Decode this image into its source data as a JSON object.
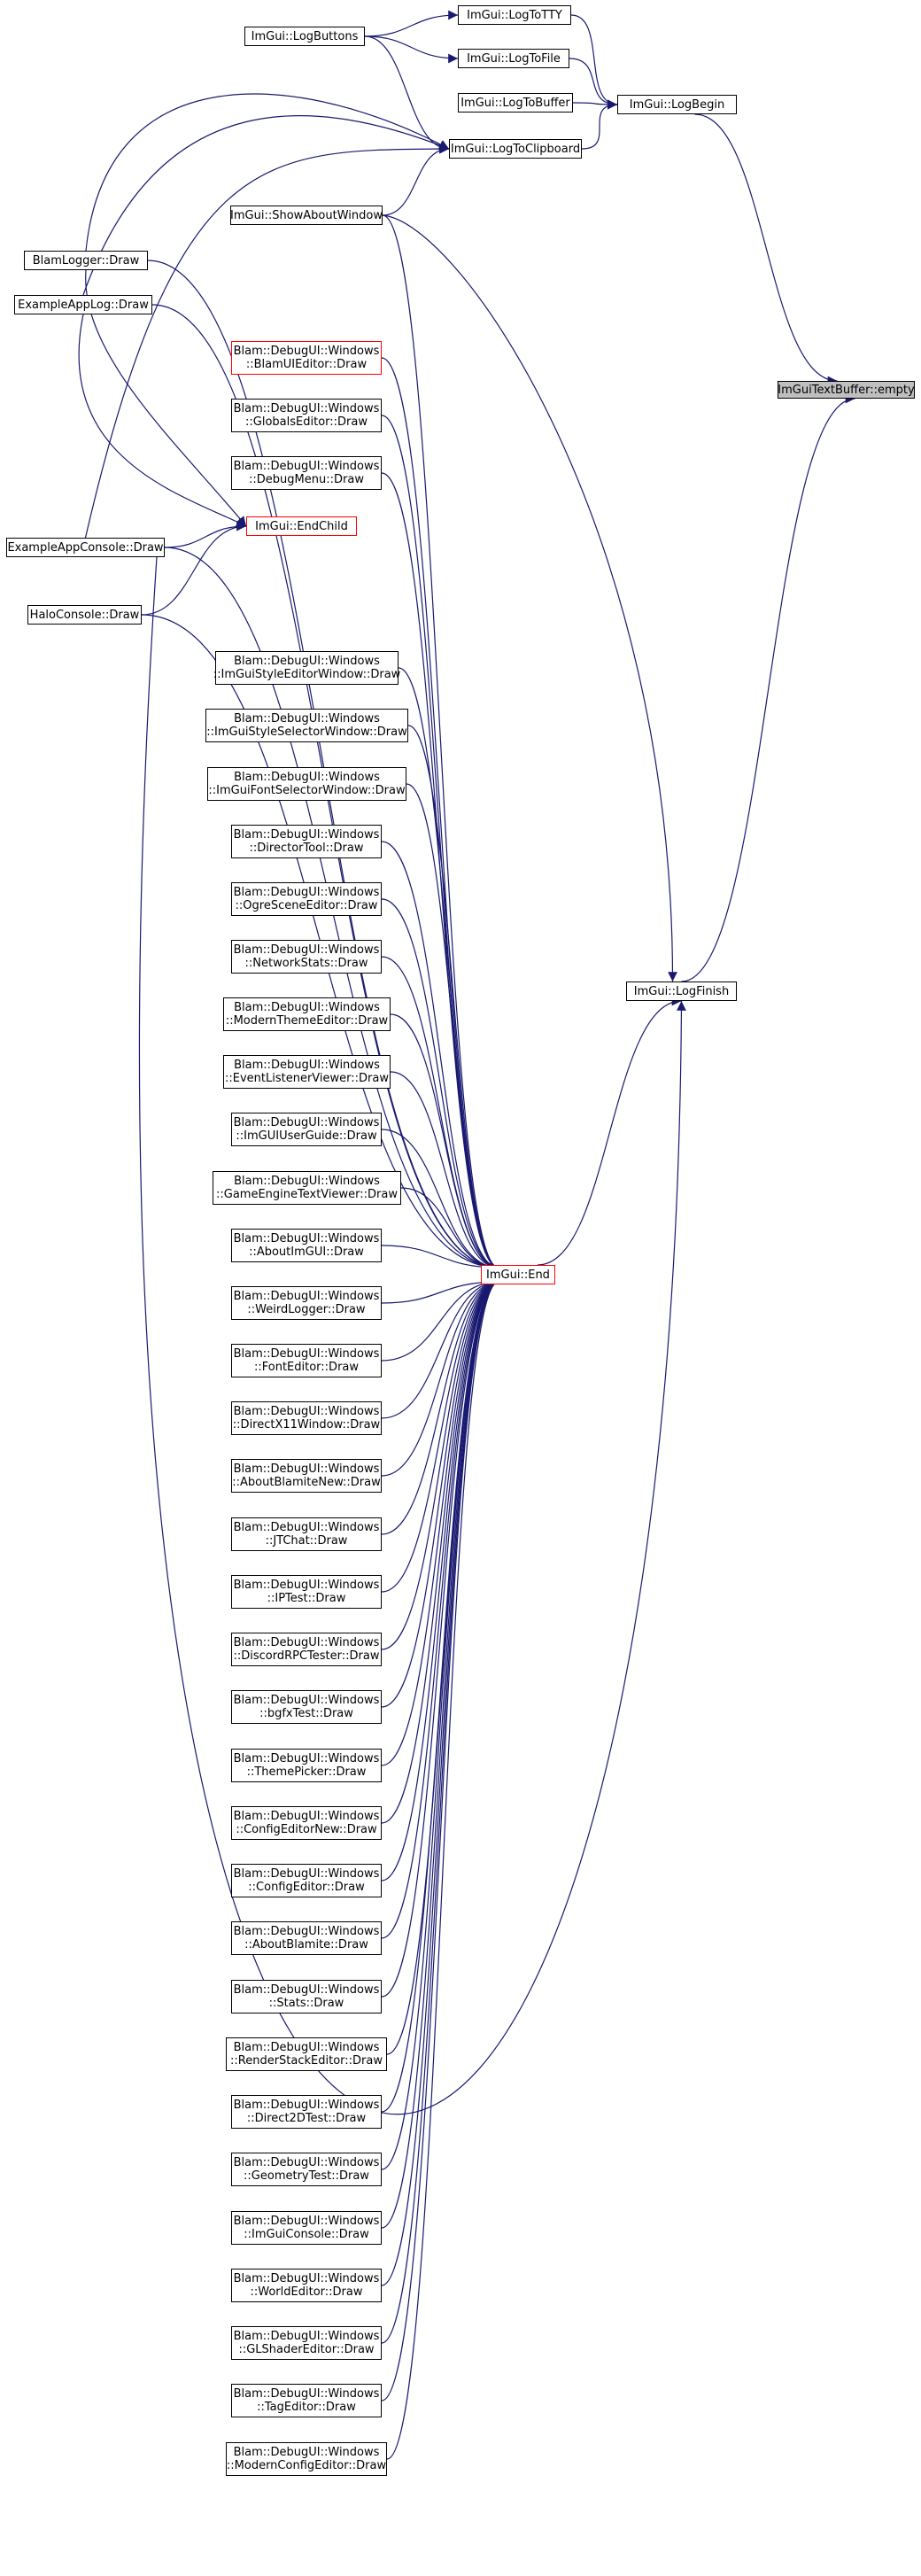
{
  "diagram": {
    "colors": {
      "edge": "#191970",
      "box_border": "#000000",
      "highlight_border": "#ff0000",
      "focus_fill": "#bfbfbf"
    },
    "nodes": [
      {
        "id": "n0",
        "lines": [
          "ImGuiTextBuffer::empty"
        ],
        "style": "focus"
      },
      {
        "id": "n1",
        "lines": [
          "ImGui::LogBegin"
        ],
        "style": "normal"
      },
      {
        "id": "n2",
        "lines": [
          "ImGui::LogToTTY"
        ],
        "style": "normal"
      },
      {
        "id": "n3",
        "lines": [
          "ImGui::LogToFile"
        ],
        "style": "normal"
      },
      {
        "id": "n4",
        "lines": [
          "ImGui::LogButtons"
        ],
        "style": "normal"
      },
      {
        "id": "n5",
        "lines": [
          "ImGui::LogToBuffer"
        ],
        "style": "normal"
      },
      {
        "id": "n6",
        "lines": [
          "ImGui::LogToClipboard"
        ],
        "style": "normal"
      },
      {
        "id": "n7",
        "lines": [
          "ImGui::ShowAboutWindow"
        ],
        "style": "normal"
      },
      {
        "id": "n8",
        "lines": [
          "BlamLogger::Draw"
        ],
        "style": "normal"
      },
      {
        "id": "n9",
        "lines": [
          "ExampleAppLog::Draw"
        ],
        "style": "normal"
      },
      {
        "id": "n10",
        "lines": [
          "Blam::DebugUI::Windows",
          "::BlamUIEditor::Draw"
        ],
        "style": "red"
      },
      {
        "id": "n11",
        "lines": [
          "Blam::DebugUI::Windows",
          "::GlobalsEditor::Draw"
        ],
        "style": "normal"
      },
      {
        "id": "n12",
        "lines": [
          "Blam::DebugUI::Windows",
          "::DebugMenu::Draw"
        ],
        "style": "normal"
      },
      {
        "id": "n13",
        "lines": [
          "ImGui::EndChild"
        ],
        "style": "red"
      },
      {
        "id": "n14",
        "lines": [
          "ExampleAppConsole::Draw"
        ],
        "style": "normal"
      },
      {
        "id": "n15",
        "lines": [
          "HaloConsole::Draw"
        ],
        "style": "normal"
      },
      {
        "id": "n16",
        "lines": [
          "Blam::DebugUI::Windows",
          "::ImGuiStyleEditorWindow::Draw"
        ],
        "style": "normal"
      },
      {
        "id": "n17",
        "lines": [
          "Blam::DebugUI::Windows",
          "::ImGuiStyleSelectorWindow::Draw"
        ],
        "style": "normal"
      },
      {
        "id": "n18",
        "lines": [
          "Blam::DebugUI::Windows",
          "::ImGuiFontSelectorWindow::Draw"
        ],
        "style": "normal"
      },
      {
        "id": "n19",
        "lines": [
          "Blam::DebugUI::Windows",
          "::DirectorTool::Draw"
        ],
        "style": "normal"
      },
      {
        "id": "n20",
        "lines": [
          "Blam::DebugUI::Windows",
          "::OgreSceneEditor::Draw"
        ],
        "style": "normal"
      },
      {
        "id": "n21",
        "lines": [
          "Blam::DebugUI::Windows",
          "::NetworkStats::Draw"
        ],
        "style": "normal"
      },
      {
        "id": "n22",
        "lines": [
          "ImGui::LogFinish"
        ],
        "style": "normal"
      },
      {
        "id": "n23",
        "lines": [
          "Blam::DebugUI::Windows",
          "::ModernThemeEditor::Draw"
        ],
        "style": "normal"
      },
      {
        "id": "n24",
        "lines": [
          "Blam::DebugUI::Windows",
          "::EventListenerViewer::Draw"
        ],
        "style": "normal"
      },
      {
        "id": "n25",
        "lines": [
          "Blam::DebugUI::Windows",
          "::ImGUIUserGuide::Draw"
        ],
        "style": "normal"
      },
      {
        "id": "n26",
        "lines": [
          "Blam::DebugUI::Windows",
          "::GameEngineTextViewer::Draw"
        ],
        "style": "normal"
      },
      {
        "id": "n27",
        "lines": [
          "Blam::DebugUI::Windows",
          "::AboutImGUI::Draw"
        ],
        "style": "normal"
      },
      {
        "id": "n28",
        "lines": [
          "ImGui::End"
        ],
        "style": "red"
      },
      {
        "id": "n29",
        "lines": [
          "Blam::DebugUI::Windows",
          "::WeirdLogger::Draw"
        ],
        "style": "normal"
      },
      {
        "id": "n30",
        "lines": [
          "Blam::DebugUI::Windows",
          "::FontEditor::Draw"
        ],
        "style": "normal"
      },
      {
        "id": "n31",
        "lines": [
          "Blam::DebugUI::Windows",
          "::DirectX11Window::Draw"
        ],
        "style": "normal"
      },
      {
        "id": "n32",
        "lines": [
          "Blam::DebugUI::Windows",
          "::AboutBlamiteNew::Draw"
        ],
        "style": "normal"
      },
      {
        "id": "n33",
        "lines": [
          "Blam::DebugUI::Windows",
          "::JTChat::Draw"
        ],
        "style": "normal"
      },
      {
        "id": "n34",
        "lines": [
          "Blam::DebugUI::Windows",
          "::IPTest::Draw"
        ],
        "style": "normal"
      },
      {
        "id": "n35",
        "lines": [
          "Blam::DebugUI::Windows",
          "::DiscordRPCTester::Draw"
        ],
        "style": "normal"
      },
      {
        "id": "n36",
        "lines": [
          "Blam::DebugUI::Windows",
          "::bgfxTest::Draw"
        ],
        "style": "normal"
      },
      {
        "id": "n37",
        "lines": [
          "Blam::DebugUI::Windows",
          "::ThemePicker::Draw"
        ],
        "style": "normal"
      },
      {
        "id": "n38",
        "lines": [
          "Blam::DebugUI::Windows",
          "::ConfigEditorNew::Draw"
        ],
        "style": "normal"
      },
      {
        "id": "n39",
        "lines": [
          "Blam::DebugUI::Windows",
          "::ConfigEditor::Draw"
        ],
        "style": "normal"
      },
      {
        "id": "n40",
        "lines": [
          "Blam::DebugUI::Windows",
          "::AboutBlamite::Draw"
        ],
        "style": "normal"
      },
      {
        "id": "n41",
        "lines": [
          "Blam::DebugUI::Windows",
          "::Stats::Draw"
        ],
        "style": "normal"
      },
      {
        "id": "n42",
        "lines": [
          "Blam::DebugUI::Windows",
          "::RenderStackEditor::Draw"
        ],
        "style": "normal"
      },
      {
        "id": "n43",
        "lines": [
          "Blam::DebugUI::Windows",
          "::Direct2DTest::Draw"
        ],
        "style": "normal"
      },
      {
        "id": "n44",
        "lines": [
          "Blam::DebugUI::Windows",
          "::GeometryTest::Draw"
        ],
        "style": "normal"
      },
      {
        "id": "n45",
        "lines": [
          "Blam::DebugUI::Windows",
          "::ImGuiConsole::Draw"
        ],
        "style": "normal"
      },
      {
        "id": "n46",
        "lines": [
          "Blam::DebugUI::Windows",
          "::WorldEditor::Draw"
        ],
        "style": "normal"
      },
      {
        "id": "n47",
        "lines": [
          "Blam::DebugUI::Windows",
          "::GLShaderEditor::Draw"
        ],
        "style": "normal"
      },
      {
        "id": "n48",
        "lines": [
          "Blam::DebugUI::Windows",
          "::TagEditor::Draw"
        ],
        "style": "normal"
      },
      {
        "id": "n49",
        "lines": [
          "Blam::DebugUI::Windows",
          "::ModernConfigEditor::Draw"
        ],
        "style": "normal"
      }
    ],
    "edges": [
      {
        "from": "n1",
        "to": "n0"
      },
      {
        "from": "n22",
        "to": "n0"
      },
      {
        "from": "n2",
        "to": "n1"
      },
      {
        "from": "n3",
        "to": "n1"
      },
      {
        "from": "n5",
        "to": "n1"
      },
      {
        "from": "n6",
        "to": "n1"
      },
      {
        "from": "n4",
        "to": "n2"
      },
      {
        "from": "n4",
        "to": "n3"
      },
      {
        "from": "n4",
        "to": "n6"
      },
      {
        "from": "n7",
        "to": "n6"
      },
      {
        "from": "n8",
        "to": "n6"
      },
      {
        "from": "n9",
        "to": "n6"
      },
      {
        "from": "n14",
        "to": "n6"
      },
      {
        "from": "n7",
        "to": "n22"
      },
      {
        "from": "n28",
        "to": "n22"
      },
      {
        "from": "n14",
        "to": "n22"
      },
      {
        "from": "n8",
        "to": "n13"
      },
      {
        "from": "n9",
        "to": "n13"
      },
      {
        "from": "n14",
        "to": "n13"
      },
      {
        "from": "n15",
        "to": "n13"
      },
      {
        "from": "n7",
        "to": "n28"
      },
      {
        "from": "n8",
        "to": "n28"
      },
      {
        "from": "n9",
        "to": "n28"
      },
      {
        "from": "n10",
        "to": "n28"
      },
      {
        "from": "n11",
        "to": "n28"
      },
      {
        "from": "n12",
        "to": "n28"
      },
      {
        "from": "n14",
        "to": "n28"
      },
      {
        "from": "n15",
        "to": "n28"
      },
      {
        "from": "n16",
        "to": "n28"
      },
      {
        "from": "n17",
        "to": "n28"
      },
      {
        "from": "n18",
        "to": "n28"
      },
      {
        "from": "n19",
        "to": "n28"
      },
      {
        "from": "n20",
        "to": "n28"
      },
      {
        "from": "n21",
        "to": "n28"
      },
      {
        "from": "n23",
        "to": "n28"
      },
      {
        "from": "n24",
        "to": "n28"
      },
      {
        "from": "n25",
        "to": "n28"
      },
      {
        "from": "n26",
        "to": "n28"
      },
      {
        "from": "n27",
        "to": "n28"
      },
      {
        "from": "n29",
        "to": "n28"
      },
      {
        "from": "n30",
        "to": "n28"
      },
      {
        "from": "n31",
        "to": "n28"
      },
      {
        "from": "n32",
        "to": "n28"
      },
      {
        "from": "n33",
        "to": "n28"
      },
      {
        "from": "n34",
        "to": "n28"
      },
      {
        "from": "n35",
        "to": "n28"
      },
      {
        "from": "n36",
        "to": "n28"
      },
      {
        "from": "n37",
        "to": "n28"
      },
      {
        "from": "n38",
        "to": "n28"
      },
      {
        "from": "n39",
        "to": "n28"
      },
      {
        "from": "n40",
        "to": "n28"
      },
      {
        "from": "n41",
        "to": "n28"
      },
      {
        "from": "n42",
        "to": "n28"
      },
      {
        "from": "n43",
        "to": "n28"
      },
      {
        "from": "n44",
        "to": "n28"
      },
      {
        "from": "n45",
        "to": "n28"
      },
      {
        "from": "n46",
        "to": "n28"
      },
      {
        "from": "n47",
        "to": "n28"
      },
      {
        "from": "n48",
        "to": "n28"
      },
      {
        "from": "n49",
        "to": "n28"
      }
    ]
  }
}
